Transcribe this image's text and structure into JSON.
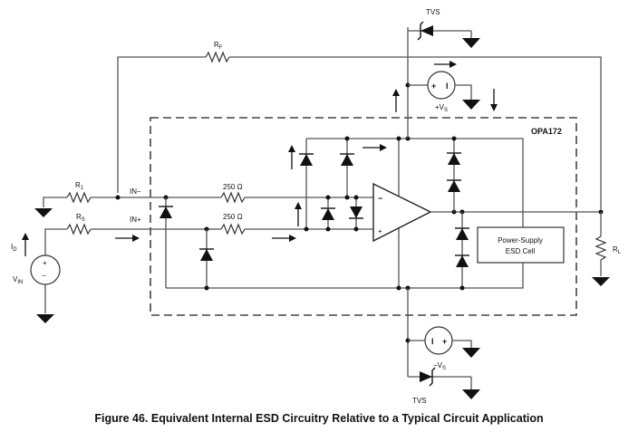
{
  "figure": {
    "caption": "Figure 46.  Equivalent Internal ESD Circuitry Relative to a Typical Circuit Application",
    "device_label": "OPA172",
    "labels": {
      "rf": "R",
      "rf_sub": "F",
      "r1": "R",
      "r1_sub": "1",
      "rs": "R",
      "rs_sub": "S",
      "rl": "R",
      "rl_sub": "L",
      "in_minus": "IN−",
      "in_plus": "IN+",
      "res_250_top": "250 Ω",
      "res_250_bottom": "250 Ω",
      "tvs_top": "TVS",
      "tvs_bottom": "TVS",
      "vs_pos": "+V",
      "vs_pos_sub": "S",
      "vs_neg": "−V",
      "vs_neg_sub": "S",
      "id": "I",
      "id_sub": "D",
      "vin": "V",
      "vin_sub": "IN",
      "opamp_minus": "−",
      "opamp_plus": "+",
      "src_plus": "+",
      "src_minus": "−",
      "supply_plus": "+",
      "supply_i": "I",
      "psu_cell_line1": "Power-Supply",
      "psu_cell_line2": "ESD Cell"
    }
  }
}
